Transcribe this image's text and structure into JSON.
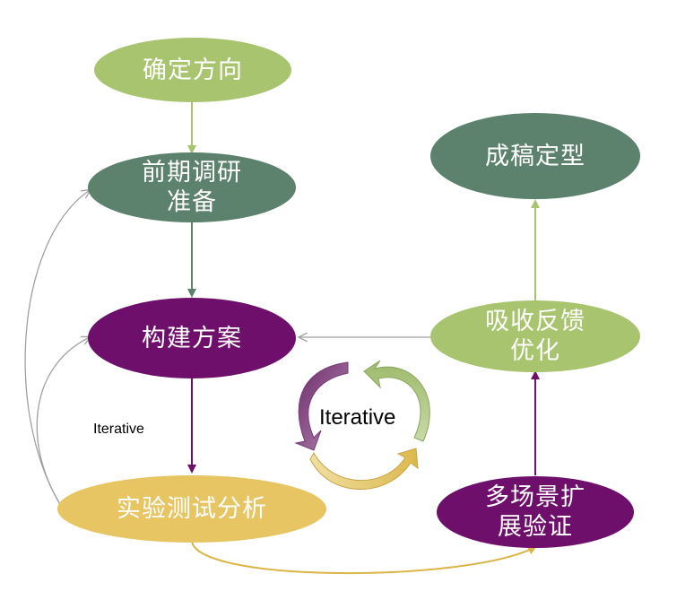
{
  "nodes": {
    "determine_direction": "确定方向",
    "preliminary_research": "前期调研\n准备",
    "build_plan": "构建方案",
    "experiment_analysis": "实验测试分析",
    "multi_scene_validation": "多场景扩\n展验证",
    "absorb_feedback": "吸收反馈\n优化",
    "finalize": "成稿定型"
  },
  "labels": {
    "iterative_small": "Iterative",
    "iterative_cycle": "Iterative"
  },
  "colors": {
    "light_green": "#a9c46e",
    "teal": "#5c816d",
    "purple": "#6e0f6b",
    "gold": "#e6c562"
  }
}
